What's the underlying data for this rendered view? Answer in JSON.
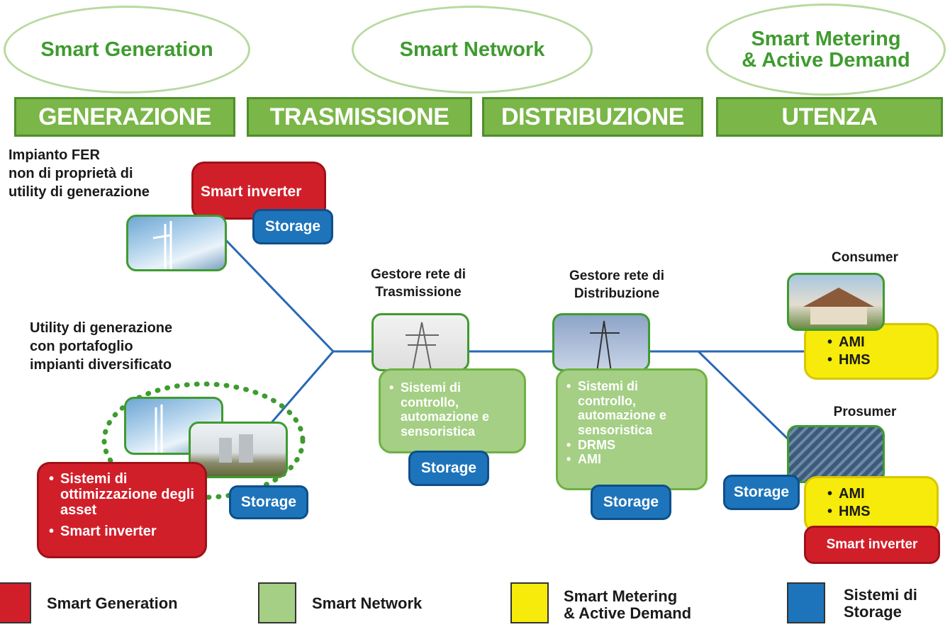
{
  "categories": [
    {
      "label": "Smart Generation"
    },
    {
      "label": "Smart Network"
    },
    {
      "label": "Smart Metering\n& Active Demand"
    }
  ],
  "stages": [
    "GENERAZIONE",
    "TRASMISSIONE",
    "DISTRIBUZIONE",
    "UTENZA"
  ],
  "actors": {
    "fer_plant": "Impianto FER\nnon di proprietà di\nutility di generazione",
    "utility": "Utility di generazione\ncon portafoglio\nimpianti diversificato",
    "tso": "Gestore rete di\nTrasmissione",
    "dso": "Gestore rete di\nDistribuzione",
    "consumer": "Consumer",
    "prosumer": "Prosumer"
  },
  "boxes": {
    "fer_smart_inverter": "Smart inverter",
    "storage": "Storage",
    "utility_red_items": [
      "Sistemi di ottimizzazione degli asset",
      "Smart inverter"
    ],
    "tso_items": [
      "Sistemi di controllo, automazione e sensoristica"
    ],
    "dso_items": [
      "Sistemi di controllo, automazione e sensoristica",
      "DRMS",
      "AMI"
    ],
    "consumer_items": [
      "AMI",
      "HMS"
    ],
    "prosumer_items": [
      "AMI",
      "HMS"
    ],
    "prosumer_smart_inverter": "Smart inverter"
  },
  "legend": [
    {
      "label": "Smart Generation",
      "color": "#d11f2a"
    },
    {
      "label": "Smart Network",
      "color": "#a4cf85"
    },
    {
      "label": "Smart Metering\n& Active Demand",
      "color": "#f6eb0a"
    },
    {
      "label": "Sistemi di\nStorage",
      "color": "#1d74bb"
    }
  ],
  "colors": {
    "generation": "#d11f2a",
    "network": "#a4cf85",
    "metering": "#f6eb0a",
    "storage": "#1d74bb",
    "line": "#2a68b5"
  }
}
